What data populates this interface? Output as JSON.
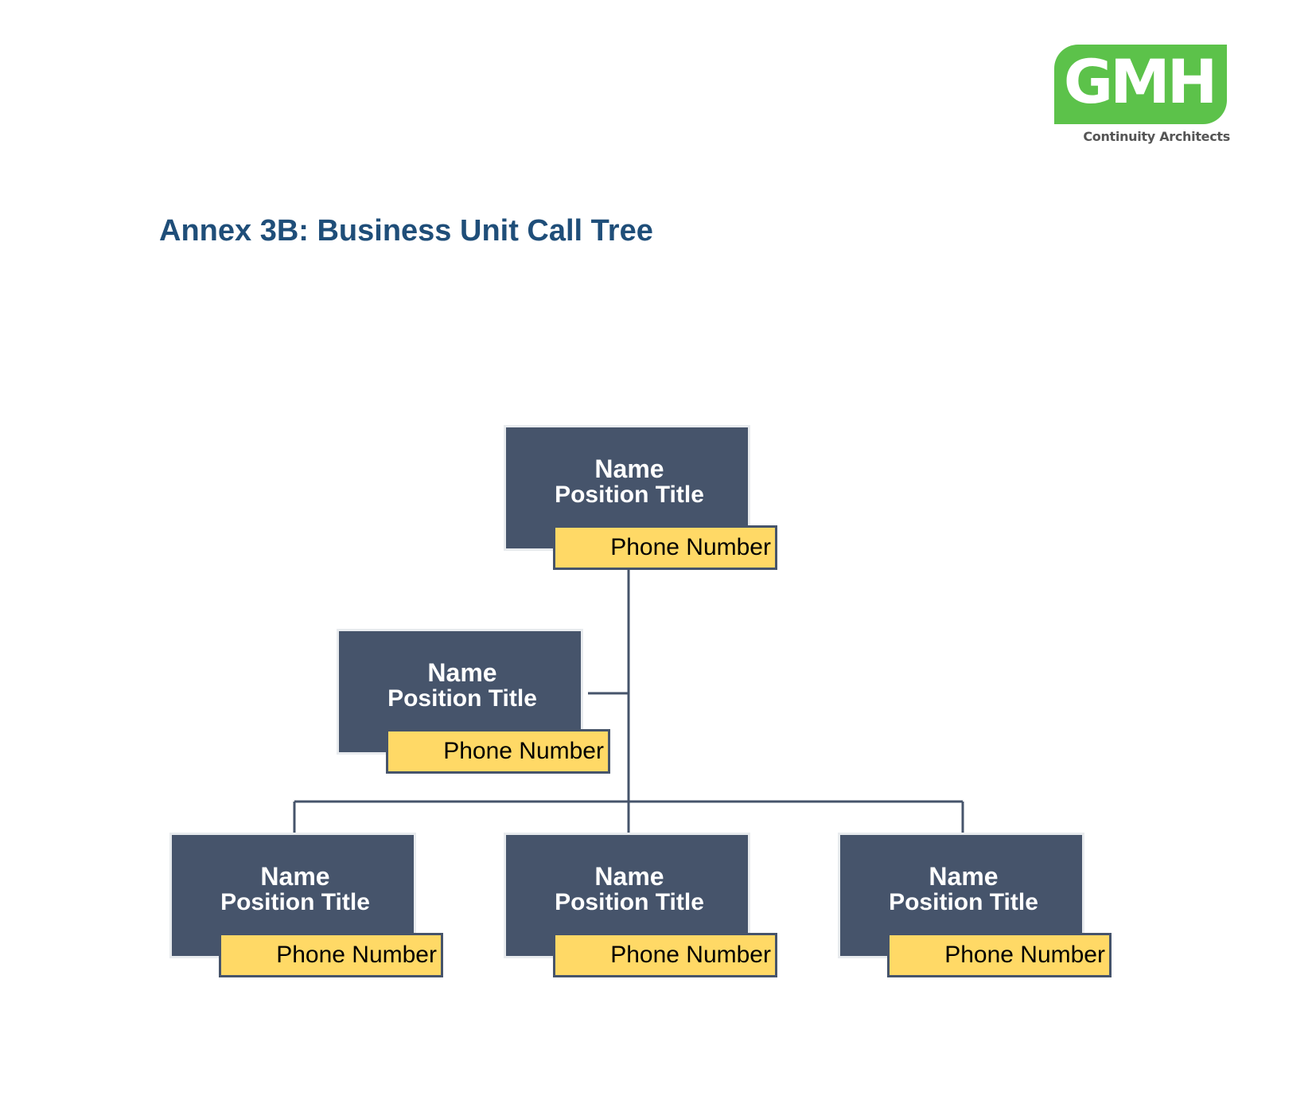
{
  "logo": {
    "letters": "GMH",
    "tagline": "Continuity Architects",
    "color": "#5cc24a"
  },
  "title": "Annex 3B: Business Unit Call Tree",
  "colors": {
    "card_fill": "#46546b",
    "phone_fill": "#ffd966",
    "connector": "#46546b",
    "title": "#1f4e79"
  },
  "nodes": [
    {
      "name": "Name",
      "position": "Position Title",
      "phone": "Phone Number"
    },
    {
      "name": "Name",
      "position": "Position Title",
      "phone": "Phone Number"
    },
    {
      "name": "Name",
      "position": "Position Title",
      "phone": "Phone Number"
    },
    {
      "name": "Name",
      "position": "Position Title",
      "phone": "Phone Number"
    },
    {
      "name": "Name",
      "position": "Position Title",
      "phone": "Phone Number"
    }
  ]
}
